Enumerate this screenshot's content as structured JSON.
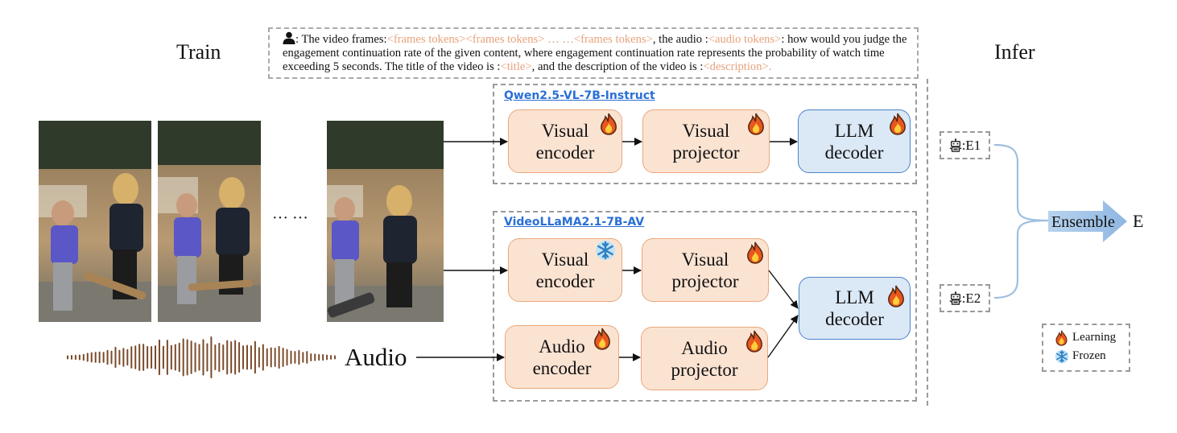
{
  "labels": {
    "train": "Train",
    "infer": "Infer",
    "audio": "Audio",
    "ellipsis": "··· ···"
  },
  "prompt": {
    "p1": ": The  video frames:",
    "t1": "<frames tokens><frames tokens> … …<frames tokens>",
    "p2": ", the audio :",
    "t2": "<audio tokens>",
    "p3": ": how would you judge the engagement continuation rate of the given content, where engagement continuation rate represents the probability of watch time exceeding 5 seconds. The title of the video is :",
    "t3": "<title>",
    "p4": ", and the description of the video is :",
    "t4": "<description>",
    "p5": "."
  },
  "model1": {
    "title": "Qwen2.5-VL-7B-Instruct",
    "visual_encoder": "Visual encoder",
    "visual_projector": "Visual projector",
    "llm_decoder": "LLM decoder"
  },
  "model2": {
    "title": "VideoLLaMA2.1-7B-AV",
    "visual_encoder": "Visual encoder",
    "visual_projector": "Visual projector",
    "audio_encoder": "Audio encoder",
    "audio_projector": "Audio projector",
    "llm_decoder": "LLM decoder"
  },
  "infer": {
    "e1": ":E1",
    "e2": ":E2",
    "ensemble": "Ensemble",
    "result": "E"
  },
  "legend": {
    "learning": "Learning",
    "frozen": "Frozen"
  },
  "icons": {
    "learning": "fire-icon",
    "frozen": "snowflake-icon",
    "user": "user-icon",
    "robot": "robot-icon"
  },
  "colors": {
    "token_highlight": "#e8a27c",
    "model_title": "#2a6fd6",
    "orange_box": "#fbe3d2",
    "blue_box": "#dbe8f6",
    "waveform": "#7a4a2a"
  }
}
